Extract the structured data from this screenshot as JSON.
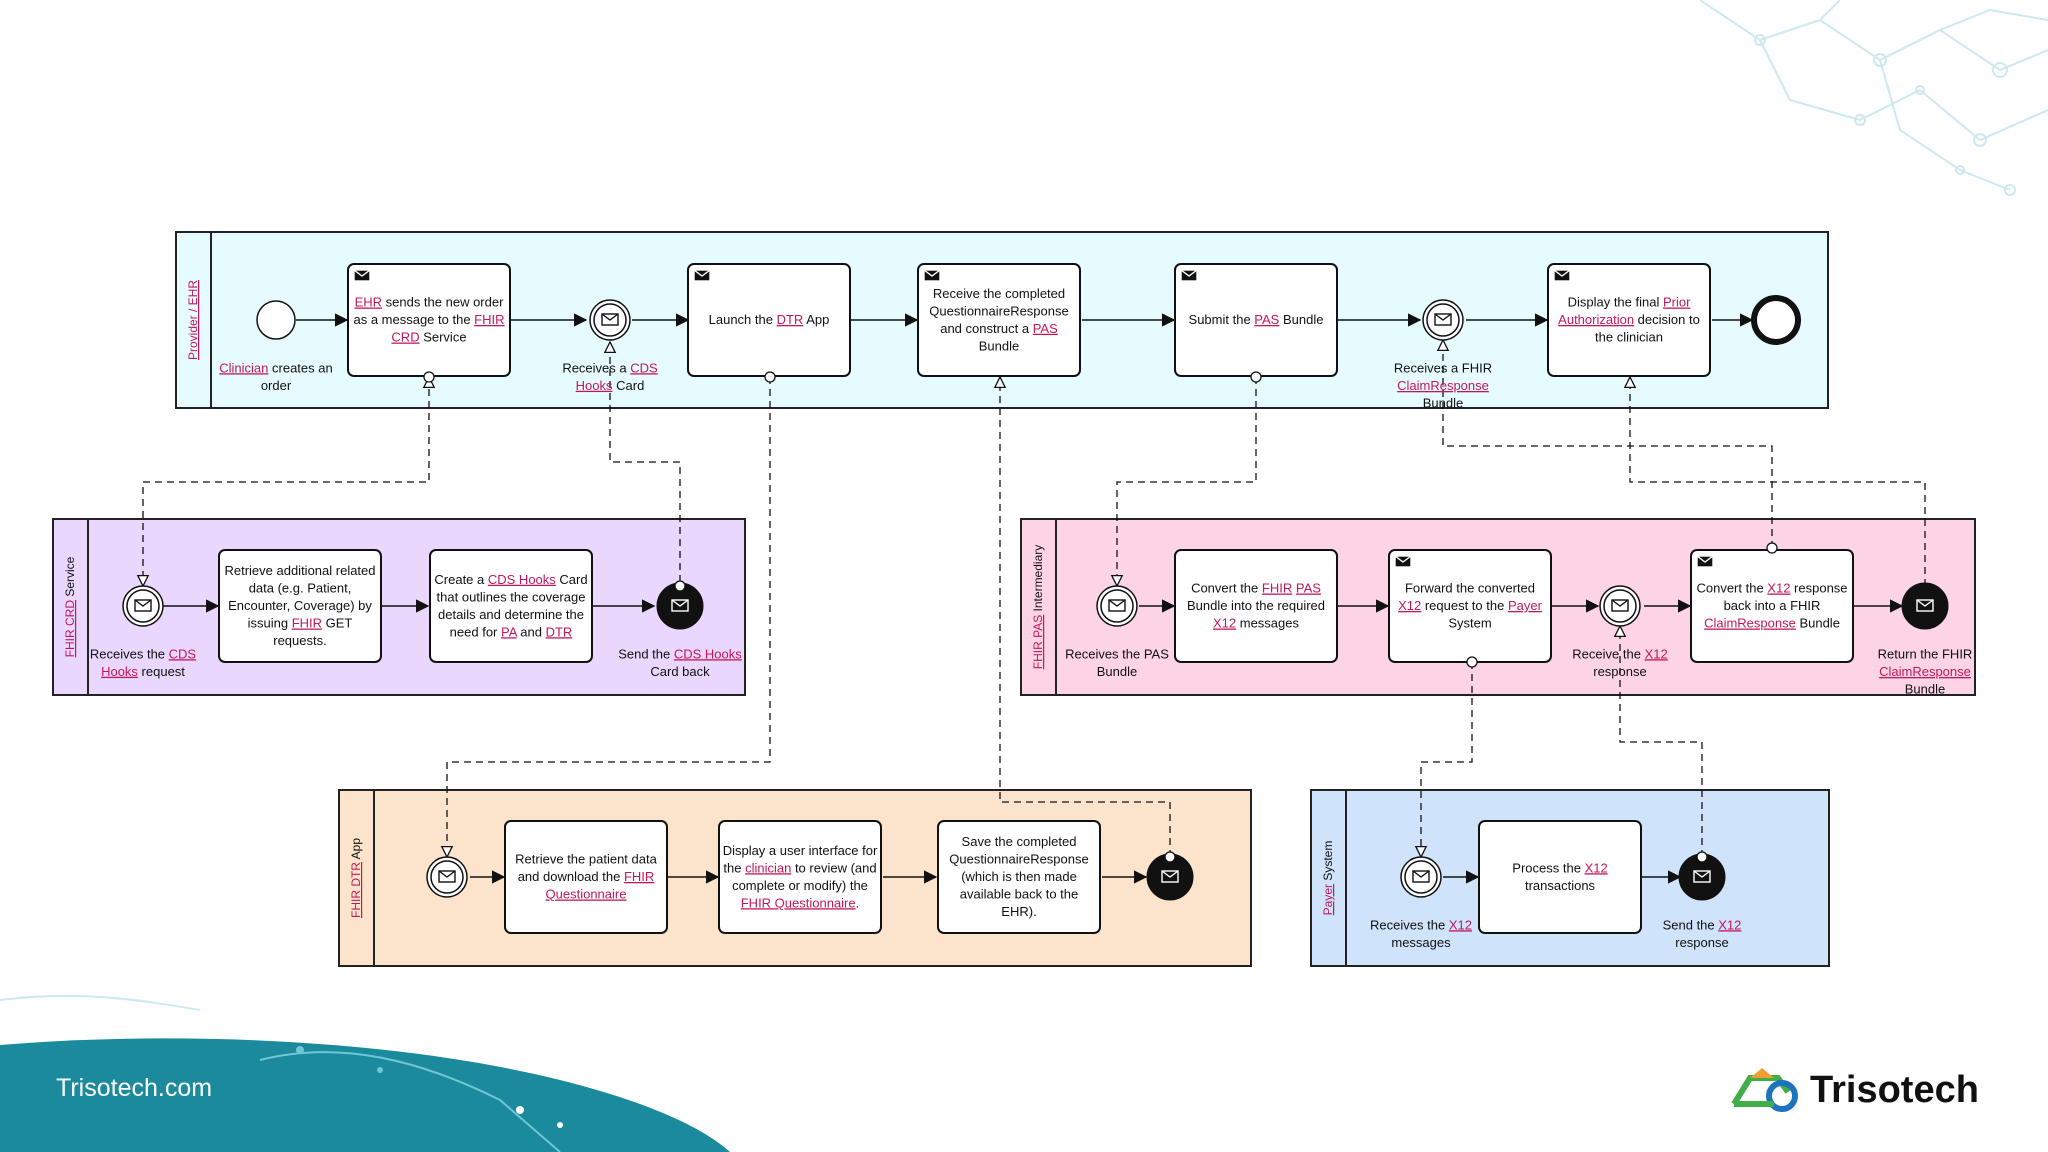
{
  "pools": [
    {
      "id": "ehr",
      "label": [
        [
          "Provider / EHR",
          true
        ]
      ],
      "fill": "#e6fbfd"
    },
    {
      "id": "crd",
      "label": [
        [
          "FHIR CRD",
          true
        ],
        [
          " Service",
          false
        ]
      ],
      "fill": "#e9d7fd"
    },
    {
      "id": "pas",
      "label": [
        [
          "FHIR PAS",
          true
        ],
        [
          " Intermediary",
          false
        ]
      ],
      "fill": "#fcd4e6"
    },
    {
      "id": "dtr",
      "label": [
        [
          "FHIR DTR",
          true
        ],
        [
          " App",
          false
        ]
      ],
      "fill": "#fce4cc"
    },
    {
      "id": "payer",
      "label": [
        [
          "Payer",
          true
        ],
        [
          " System",
          false
        ]
      ],
      "fill": "#cfe3fb"
    }
  ],
  "tasks": [
    {
      "id": "t1",
      "mail": true,
      "lines": [
        [
          [
            "EHR",
            true
          ],
          [
            " sends the new order",
            false
          ]
        ],
        [
          [
            "as a message to the ",
            false
          ],
          [
            "FHIR",
            true
          ]
        ],
        [
          [
            "CRD",
            true
          ],
          [
            " Service",
            false
          ]
        ]
      ]
    },
    {
      "id": "t2",
      "mail": true,
      "lines": [
        [
          [
            "Launch the ",
            false
          ],
          [
            "DTR",
            true
          ],
          [
            " App",
            false
          ]
        ]
      ]
    },
    {
      "id": "t3",
      "mail": true,
      "lines": [
        [
          [
            "Receive the completed",
            false
          ]
        ],
        [
          [
            "QuestionnaireResponse",
            false
          ]
        ],
        [
          [
            "and construct a ",
            false
          ],
          [
            "PAS",
            true
          ]
        ],
        [
          [
            "Bundle",
            false
          ]
        ]
      ]
    },
    {
      "id": "t4",
      "mail": true,
      "lines": [
        [
          [
            "Submit the ",
            false
          ],
          [
            "PAS",
            true
          ],
          [
            " Bundle",
            false
          ]
        ]
      ]
    },
    {
      "id": "t5",
      "mail": true,
      "lines": [
        [
          [
            "Display the final ",
            false
          ],
          [
            "Prior",
            true
          ]
        ],
        [
          [
            "Authorization",
            true
          ],
          [
            " decision to",
            false
          ]
        ],
        [
          [
            "the clinician",
            false
          ]
        ]
      ]
    },
    {
      "id": "t6",
      "mail": false,
      "lines": [
        [
          [
            "Retrieve additional related",
            false
          ]
        ],
        [
          [
            "data (e.g. Patient,",
            false
          ]
        ],
        [
          [
            "Encounter, Coverage) by",
            false
          ]
        ],
        [
          [
            "issuing ",
            false
          ],
          [
            "FHIR",
            true
          ],
          [
            " GET",
            false
          ]
        ],
        [
          [
            "requests.",
            false
          ]
        ]
      ]
    },
    {
      "id": "t7",
      "mail": false,
      "lines": [
        [
          [
            "Create a ",
            false
          ],
          [
            "CDS Hooks",
            true
          ],
          [
            " Card",
            false
          ]
        ],
        [
          [
            "that outlines the coverage",
            false
          ]
        ],
        [
          [
            "details and determine the",
            false
          ]
        ],
        [
          [
            "need for ",
            false
          ],
          [
            "PA",
            true
          ],
          [
            " and ",
            false
          ],
          [
            "DTR",
            true
          ]
        ]
      ]
    },
    {
      "id": "t8",
      "mail": false,
      "lines": [
        [
          [
            "Convert the ",
            false
          ],
          [
            "FHIR",
            true
          ],
          [
            " ",
            false
          ],
          [
            "PAS",
            true
          ]
        ],
        [
          [
            "Bundle into the required",
            false
          ]
        ],
        [
          [
            "X12",
            true
          ],
          [
            " messages",
            false
          ]
        ]
      ]
    },
    {
      "id": "t9",
      "mail": true,
      "lines": [
        [
          [
            "Forward the converted",
            false
          ]
        ],
        [
          [
            "X12",
            true
          ],
          [
            " request to the ",
            false
          ],
          [
            "Payer",
            true
          ]
        ],
        [
          [
            "System",
            false
          ]
        ]
      ]
    },
    {
      "id": "t10",
      "mail": true,
      "lines": [
        [
          [
            "Convert the ",
            false
          ],
          [
            "X12",
            true
          ],
          [
            " response",
            false
          ]
        ],
        [
          [
            "back into a FHIR",
            false
          ]
        ],
        [
          [
            "ClaimResponse",
            true
          ],
          [
            " Bundle",
            false
          ]
        ]
      ]
    },
    {
      "id": "t11",
      "mail": false,
      "lines": [
        [
          [
            "Retrieve the patient data",
            false
          ]
        ],
        [
          [
            "and download the ",
            false
          ],
          [
            "FHIR",
            true
          ]
        ],
        [
          [
            "Questionnaire",
            true
          ]
        ]
      ]
    },
    {
      "id": "t12",
      "mail": false,
      "lines": [
        [
          [
            "Display a user interface for",
            false
          ]
        ],
        [
          [
            "the ",
            false
          ],
          [
            "clinician",
            true
          ],
          [
            " to review (and",
            false
          ]
        ],
        [
          [
            "complete or modify) the",
            false
          ]
        ],
        [
          [
            "FHIR Questionnaire",
            true
          ],
          [
            ".",
            false
          ]
        ]
      ]
    },
    {
      "id": "t13",
      "mail": false,
      "lines": [
        [
          [
            "Save the completed",
            false
          ]
        ],
        [
          [
            "QuestionnaireResponse",
            false
          ]
        ],
        [
          [
            "(which is then made",
            false
          ]
        ],
        [
          [
            "available back to the",
            false
          ]
        ],
        [
          [
            "EHR).",
            false
          ]
        ]
      ]
    },
    {
      "id": "t14",
      "mail": false,
      "lines": [
        [
          [
            "Process the ",
            false
          ],
          [
            "X12",
            true
          ]
        ],
        [
          [
            "transactions",
            false
          ]
        ]
      ]
    }
  ],
  "events": [
    {
      "id": "e_start",
      "lines": [
        [
          [
            "Clinician",
            true
          ],
          [
            " creates an",
            false
          ]
        ],
        [
          [
            "order",
            false
          ]
        ]
      ]
    },
    {
      "id": "e_cdscard",
      "lines": [
        [
          [
            "Receives a ",
            false
          ],
          [
            "CDS",
            true
          ]
        ],
        [
          [
            "Hooks",
            true
          ],
          [
            " Card",
            false
          ]
        ]
      ]
    },
    {
      "id": "e_claim",
      "lines": [
        [
          [
            "Receives a FHIR",
            false
          ]
        ],
        [
          [
            "ClaimResponse",
            true
          ]
        ],
        [
          [
            "Bundle",
            false
          ]
        ]
      ]
    },
    {
      "id": "e_end",
      "lines": []
    },
    {
      "id": "e_crd_in",
      "lines": [
        [
          [
            "Receives the ",
            false
          ],
          [
            "CDS",
            true
          ]
        ],
        [
          [
            "Hooks",
            true
          ],
          [
            " request",
            false
          ]
        ]
      ]
    },
    {
      "id": "e_crd_out",
      "lines": [
        [
          [
            "Send the ",
            false
          ],
          [
            "CDS Hooks",
            true
          ]
        ],
        [
          [
            "Card back",
            false
          ]
        ]
      ]
    },
    {
      "id": "e_pas_in",
      "lines": [
        [
          [
            "Receives the PAS",
            false
          ]
        ],
        [
          [
            "Bundle",
            false
          ]
        ]
      ]
    },
    {
      "id": "e_pas_x12",
      "lines": [
        [
          [
            "Receive the ",
            false
          ],
          [
            "X12",
            true
          ]
        ],
        [
          [
            "response",
            false
          ]
        ]
      ]
    },
    {
      "id": "e_pas_out",
      "lines": [
        [
          [
            "Return the FHIR",
            false
          ]
        ],
        [
          [
            "ClaimResponse",
            true
          ]
        ],
        [
          [
            "Bundle",
            false
          ]
        ]
      ]
    },
    {
      "id": "e_dtr_in",
      "lines": []
    },
    {
      "id": "e_dtr_out",
      "lines": []
    },
    {
      "id": "e_payer_in",
      "lines": [
        [
          [
            "Receives the ",
            false
          ],
          [
            "X12",
            true
          ]
        ],
        [
          [
            "messages",
            false
          ]
        ]
      ]
    },
    {
      "id": "e_payer_out",
      "lines": [
        [
          [
            "Send the ",
            false
          ],
          [
            "X12",
            true
          ]
        ],
        [
          [
            "response",
            false
          ]
        ]
      ]
    }
  ],
  "footer": {
    "site": "Trisotech.com",
    "brand": "Trisotech"
  },
  "colors": {
    "link": "#c2185b",
    "footer_wave": "#1a8a9c",
    "footer_light": "#6fc6d4",
    "logo_green": "#3fae49",
    "logo_orange": "#f0a030",
    "logo_blue": "#1e73be"
  }
}
